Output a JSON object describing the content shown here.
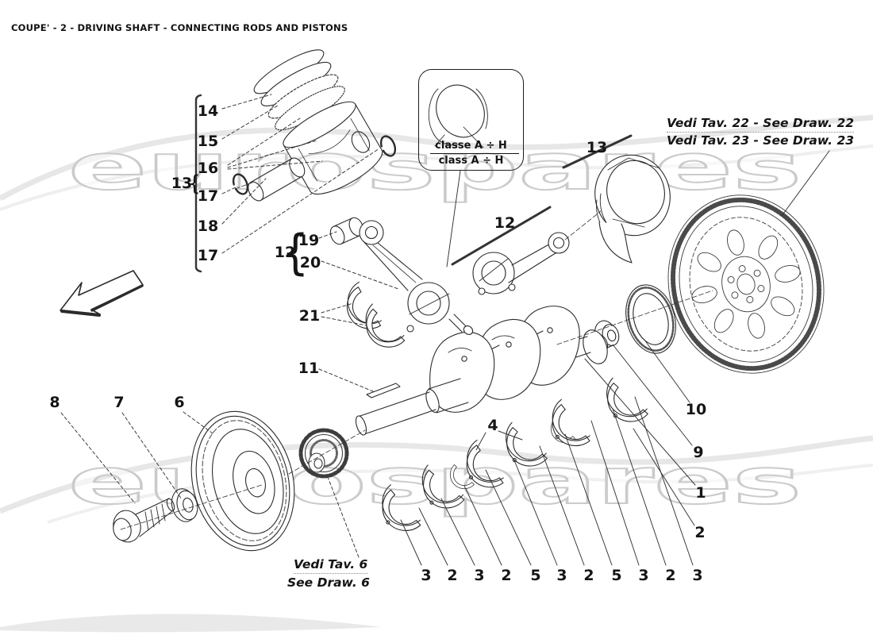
{
  "header": {
    "title": "COUPE' - 2 - DRIVING SHAFT - CONNECTING RODS AND PISTONS"
  },
  "watermark": {
    "text": "eurospares"
  },
  "notes": {
    "draw22": "Vedi Tav. 22 - See Draw. 22",
    "draw23": "Vedi Tav. 23 - See Draw. 23",
    "draw6_it": "Vedi Tav. 6",
    "draw6_en": "See Draw. 6",
    "class_it": "classe A ÷ H",
    "class_en": "class A ÷ H"
  },
  "glyphs": {
    "brace": "{"
  },
  "parts": [
    "14",
    "15",
    "16",
    "13",
    "17",
    "18",
    "17",
    "12",
    "19",
    "20",
    "21",
    "11",
    "13",
    "12",
    "10",
    "9",
    "1",
    "2",
    "8",
    "7",
    "6",
    "4",
    "3",
    "2",
    "3",
    "2",
    "5",
    "3",
    "2",
    "5",
    "3",
    "2",
    "3"
  ]
}
